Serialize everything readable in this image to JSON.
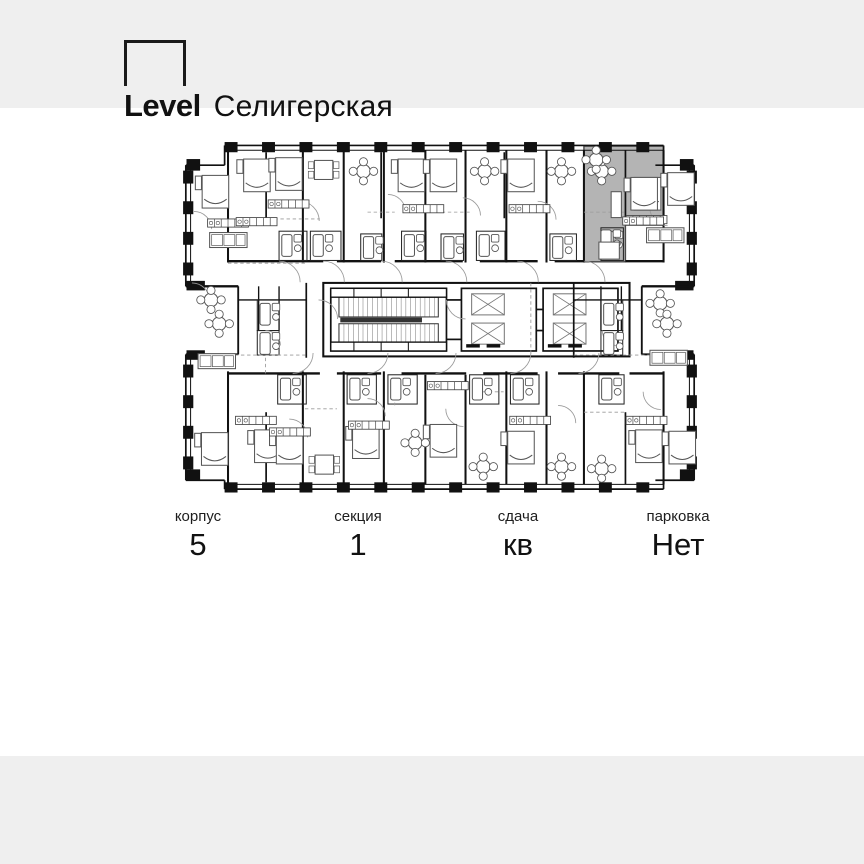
{
  "page": {
    "background": "#efefef",
    "sheet_background": "#ffffff"
  },
  "brand": {
    "mark": "square-bracket-mark",
    "level_text": "Level",
    "project_name": "Селигерская"
  },
  "stats": [
    {
      "label": "корпус",
      "value": "5"
    },
    {
      "label": "секция",
      "value": "1"
    },
    {
      "label": "сдача",
      "value": "кв"
    },
    {
      "label": "парковка",
      "value": "Нет"
    }
  ],
  "floorplan": {
    "title": "floor-plan-drawing",
    "colors": {
      "wall": "#111111",
      "thin_line": "#3a3a3a",
      "furniture": "#5a5a5a",
      "highlight_fill": "#b4b4b4",
      "highlight_stroke": "#6f6f6f",
      "dashed": "#8c8c8c"
    },
    "core": {
      "stair_label": "staircase",
      "elevator_count": 4
    },
    "highlighted_unit": {
      "position": "upper-right",
      "state": "selected"
    }
  }
}
